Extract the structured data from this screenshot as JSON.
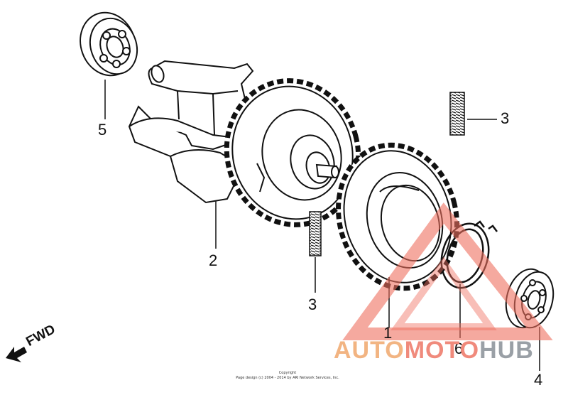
{
  "diagram": {
    "callouts": {
      "p1": "1",
      "p2": "2",
      "p3a": "3",
      "p3b": "3",
      "p4": "4",
      "p5": "5",
      "p6": "6"
    },
    "direction_label": "FWD",
    "copyright_line1": "Copyright",
    "copyright_line2": "Page design (c) 2004 - 2014 by ARI Network Services, Inc."
  },
  "watermark": {
    "part1": "AUTO",
    "part2": "MOTO",
    "part3": "HUB",
    "colors": {
      "orange": "#f2b482",
      "red": "#f08a7c",
      "gray": "#9aa0a6"
    }
  }
}
